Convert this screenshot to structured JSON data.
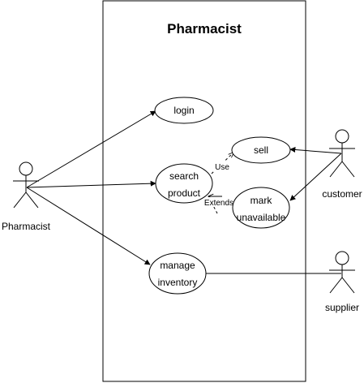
{
  "system": {
    "title": "Pharmacist"
  },
  "actors": {
    "pharmacist": "Pharmacist",
    "customer": "customer",
    "supplier": "supplier"
  },
  "use_cases": {
    "login": [
      "login"
    ],
    "search_product": [
      "search",
      "product"
    ],
    "sell": [
      "sell"
    ],
    "mark_unavailable": [
      "mark",
      "unavailable"
    ],
    "manage_inventory": [
      "manage",
      "inventory"
    ]
  },
  "relations": {
    "use": "Use",
    "extends": "Extends"
  },
  "colors": {
    "stroke": "#000000",
    "background": "#ffffff"
  }
}
